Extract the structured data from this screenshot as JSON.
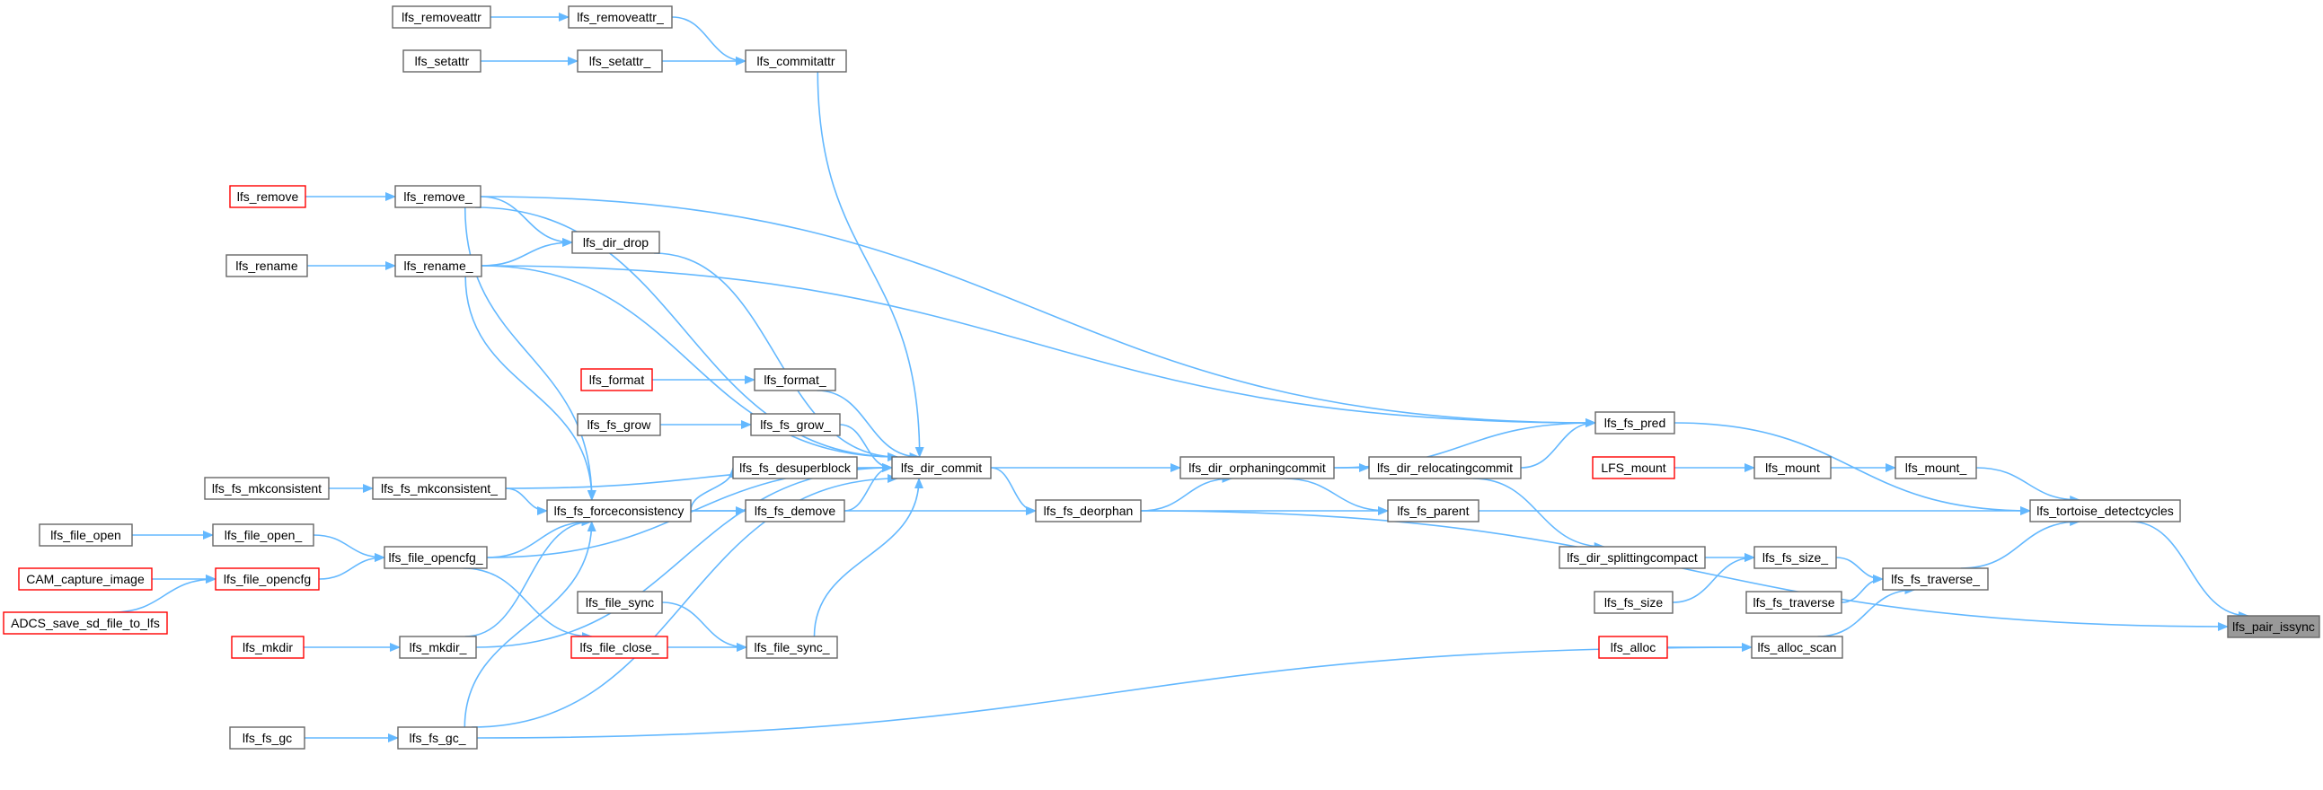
{
  "colors": {
    "edge": "#63b8ff",
    "node_border": "#666666",
    "truncated_border": "#ff0000",
    "root_fill": "#999999",
    "background": "#ffffff"
  },
  "nodes": [
    {
      "id": "lfs_removeattr",
      "label": "lfs_removeattr"
    },
    {
      "id": "lfs_removeattr_",
      "label": "lfs_removeattr_"
    },
    {
      "id": "lfs_setattr",
      "label": "lfs_setattr"
    },
    {
      "id": "lfs_setattr_",
      "label": "lfs_setattr_"
    },
    {
      "id": "lfs_commitattr",
      "label": "lfs_commitattr"
    },
    {
      "id": "lfs_remove",
      "label": "lfs_remove",
      "truncated": true
    },
    {
      "id": "lfs_remove_",
      "label": "lfs_remove_"
    },
    {
      "id": "lfs_dir_drop",
      "label": "lfs_dir_drop"
    },
    {
      "id": "lfs_rename",
      "label": "lfs_rename"
    },
    {
      "id": "lfs_rename_",
      "label": "lfs_rename_"
    },
    {
      "id": "lfs_format",
      "label": "lfs_format",
      "truncated": true
    },
    {
      "id": "lfs_format_",
      "label": "lfs_format_"
    },
    {
      "id": "lfs_fs_grow",
      "label": "lfs_fs_grow"
    },
    {
      "id": "lfs_fs_grow_",
      "label": "lfs_fs_grow_"
    },
    {
      "id": "lfs_fs_pred",
      "label": "lfs_fs_pred"
    },
    {
      "id": "lfs_fs_mkconsistent",
      "label": "lfs_fs_mkconsistent"
    },
    {
      "id": "lfs_fs_mkconsistent_",
      "label": "lfs_fs_mkconsistent_"
    },
    {
      "id": "lfs_fs_desuperblock",
      "label": "lfs_fs_desuperblock"
    },
    {
      "id": "lfs_dir_commit",
      "label": "lfs_dir_commit"
    },
    {
      "id": "lfs_dir_orphaningcommit",
      "label": "lfs_dir_orphaningcommit"
    },
    {
      "id": "lfs_dir_relocatingcommit",
      "label": "lfs_dir_relocatingcommit"
    },
    {
      "id": "LFS_mount",
      "label": "LFS_mount",
      "truncated": true
    },
    {
      "id": "lfs_mount",
      "label": "lfs_mount"
    },
    {
      "id": "lfs_mount_",
      "label": "lfs_mount_"
    },
    {
      "id": "lfs_file_open",
      "label": "lfs_file_open"
    },
    {
      "id": "lfs_file_open_",
      "label": "lfs_file_open_"
    },
    {
      "id": "lfs_fs_forceconsistency",
      "label": "lfs_fs_forceconsistency"
    },
    {
      "id": "lfs_fs_demove",
      "label": "lfs_fs_demove"
    },
    {
      "id": "lfs_fs_deorphan",
      "label": "lfs_fs_deorphan"
    },
    {
      "id": "lfs_fs_parent",
      "label": "lfs_fs_parent"
    },
    {
      "id": "lfs_tortoise_detectcycles",
      "label": "lfs_tortoise_detectcycles"
    },
    {
      "id": "lfs_file_opencfg_",
      "label": "lfs_file_opencfg_"
    },
    {
      "id": "CAM_capture_image",
      "label": "CAM_capture_image",
      "truncated": true
    },
    {
      "id": "lfs_file_opencfg",
      "label": "lfs_file_opencfg",
      "truncated": true
    },
    {
      "id": "ADCS_save_sd_file_to_lfs",
      "label": "ADCS_save_sd_file_to_lfs",
      "truncated": true
    },
    {
      "id": "lfs_dir_splittingcompact",
      "label": "lfs_dir_splittingcompact"
    },
    {
      "id": "lfs_fs_size_",
      "label": "lfs_fs_size_"
    },
    {
      "id": "lfs_fs_traverse_",
      "label": "lfs_fs_traverse_"
    },
    {
      "id": "lfs_fs_size",
      "label": "lfs_fs_size"
    },
    {
      "id": "lfs_fs_traverse",
      "label": "lfs_fs_traverse"
    },
    {
      "id": "lfs_file_sync",
      "label": "lfs_file_sync"
    },
    {
      "id": "lfs_file_close_",
      "label": "lfs_file_close_",
      "truncated": true
    },
    {
      "id": "lfs_file_sync_",
      "label": "lfs_file_sync_"
    },
    {
      "id": "lfs_pair_issync",
      "label": "lfs_pair_issync",
      "root": true
    },
    {
      "id": "lfs_mkdir",
      "label": "lfs_mkdir",
      "truncated": true
    },
    {
      "id": "lfs_mkdir_",
      "label": "lfs_mkdir_"
    },
    {
      "id": "lfs_alloc",
      "label": "lfs_alloc",
      "truncated": true
    },
    {
      "id": "lfs_alloc_scan",
      "label": "lfs_alloc_scan"
    },
    {
      "id": "lfs_fs_gc",
      "label": "lfs_fs_gc"
    },
    {
      "id": "lfs_fs_gc_",
      "label": "lfs_fs_gc_"
    }
  ],
  "edges": [
    [
      "lfs_removeattr",
      "lfs_removeattr_"
    ],
    [
      "lfs_removeattr_",
      "lfs_commitattr"
    ],
    [
      "lfs_setattr",
      "lfs_setattr_"
    ],
    [
      "lfs_setattr_",
      "lfs_commitattr"
    ],
    [
      "lfs_commitattr",
      "lfs_dir_commit"
    ],
    [
      "lfs_remove",
      "lfs_remove_"
    ],
    [
      "lfs_remove_",
      "lfs_dir_drop"
    ],
    [
      "lfs_remove_",
      "lfs_dir_commit"
    ],
    [
      "lfs_remove_",
      "lfs_fs_pred"
    ],
    [
      "lfs_remove_",
      "lfs_fs_forceconsistency"
    ],
    [
      "lfs_rename",
      "lfs_rename_"
    ],
    [
      "lfs_rename_",
      "lfs_dir_drop"
    ],
    [
      "lfs_rename_",
      "lfs_dir_commit"
    ],
    [
      "lfs_rename_",
      "lfs_fs_pred"
    ],
    [
      "lfs_rename_",
      "lfs_fs_forceconsistency"
    ],
    [
      "lfs_dir_drop",
      "lfs_dir_commit"
    ],
    [
      "lfs_format",
      "lfs_format_"
    ],
    [
      "lfs_format_",
      "lfs_dir_commit"
    ],
    [
      "lfs_fs_grow",
      "lfs_fs_grow_"
    ],
    [
      "lfs_fs_grow_",
      "lfs_dir_commit"
    ],
    [
      "lfs_fs_mkconsistent",
      "lfs_fs_mkconsistent_"
    ],
    [
      "lfs_fs_mkconsistent_",
      "lfs_fs_forceconsistency"
    ],
    [
      "lfs_fs_mkconsistent_",
      "lfs_dir_commit"
    ],
    [
      "lfs_fs_forceconsistency",
      "lfs_fs_desuperblock"
    ],
    [
      "lfs_fs_forceconsistency",
      "lfs_fs_demove"
    ],
    [
      "lfs_fs_forceconsistency",
      "lfs_fs_deorphan"
    ],
    [
      "lfs_fs_desuperblock",
      "lfs_dir_commit"
    ],
    [
      "lfs_fs_demove",
      "lfs_dir_commit"
    ],
    [
      "lfs_fs_deorphan",
      "lfs_dir_orphaningcommit"
    ],
    [
      "lfs_fs_deorphan",
      "lfs_pair_issync"
    ],
    [
      "lfs_dir_commit",
      "lfs_dir_orphaningcommit"
    ],
    [
      "lfs_dir_commit",
      "lfs_fs_deorphan"
    ],
    [
      "lfs_dir_orphaningcommit",
      "lfs_dir_relocatingcommit"
    ],
    [
      "lfs_dir_orphaningcommit",
      "lfs_fs_pred"
    ],
    [
      "lfs_dir_orphaningcommit",
      "lfs_fs_parent"
    ],
    [
      "lfs_dir_relocatingcommit",
      "lfs_fs_pred"
    ],
    [
      "lfs_dir_relocatingcommit",
      "lfs_dir_splittingcompact"
    ],
    [
      "lfs_fs_pred",
      "lfs_tortoise_detectcycles"
    ],
    [
      "lfs_fs_parent",
      "lfs_tortoise_detectcycles"
    ],
    [
      "lfs_fs_deorphan",
      "lfs_fs_parent"
    ],
    [
      "LFS_mount",
      "lfs_mount"
    ],
    [
      "lfs_mount",
      "lfs_mount_"
    ],
    [
      "lfs_mount_",
      "lfs_tortoise_detectcycles"
    ],
    [
      "lfs_tortoise_detectcycles",
      "lfs_pair_issync"
    ],
    [
      "lfs_file_open",
      "lfs_file_open_"
    ],
    [
      "lfs_file_open_",
      "lfs_file_opencfg_"
    ],
    [
      "CAM_capture_image",
      "lfs_file_opencfg"
    ],
    [
      "ADCS_save_sd_file_to_lfs",
      "lfs_file_opencfg"
    ],
    [
      "lfs_file_opencfg",
      "lfs_file_opencfg_"
    ],
    [
      "lfs_file_opencfg_",
      "lfs_fs_forceconsistency"
    ],
    [
      "lfs_file_opencfg_",
      "lfs_dir_commit"
    ],
    [
      "lfs_file_opencfg_",
      "lfs_file_close_"
    ],
    [
      "lfs_dir_splittingcompact",
      "lfs_fs_size_"
    ],
    [
      "lfs_fs_size",
      "lfs_fs_size_"
    ],
    [
      "lfs_fs_size_",
      "lfs_fs_traverse_"
    ],
    [
      "lfs_fs_traverse",
      "lfs_fs_traverse_"
    ],
    [
      "lfs_fs_traverse_",
      "lfs_tortoise_detectcycles"
    ],
    [
      "lfs_file_sync",
      "lfs_file_sync_"
    ],
    [
      "lfs_file_close_",
      "lfs_file_sync_"
    ],
    [
      "lfs_file_sync_",
      "lfs_dir_commit"
    ],
    [
      "lfs_mkdir",
      "lfs_mkdir_"
    ],
    [
      "lfs_mkdir_",
      "lfs_fs_forceconsistency"
    ],
    [
      "lfs_mkdir_",
      "lfs_dir_commit"
    ],
    [
      "lfs_alloc",
      "lfs_alloc_scan"
    ],
    [
      "lfs_alloc_scan",
      "lfs_fs_traverse_"
    ],
    [
      "lfs_fs_gc",
      "lfs_fs_gc_"
    ],
    [
      "lfs_fs_gc_",
      "lfs_fs_forceconsistency"
    ],
    [
      "lfs_fs_gc_",
      "lfs_dir_commit"
    ],
    [
      "lfs_fs_gc_",
      "lfs_alloc_scan"
    ]
  ]
}
